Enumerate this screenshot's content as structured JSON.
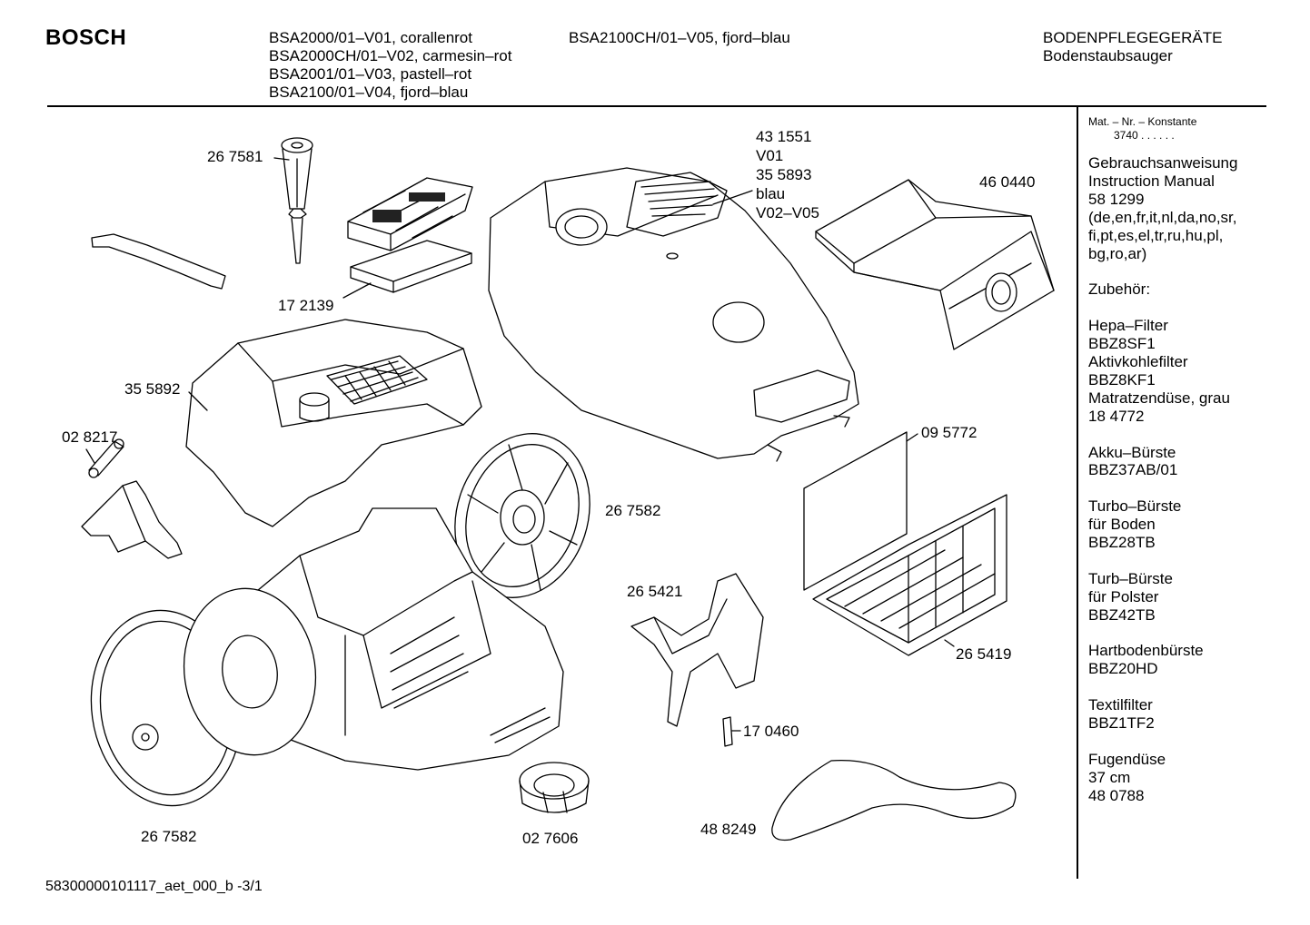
{
  "header": {
    "brand": "BOSCH",
    "models_col1": [
      "BSA2000/01–V01, corallenrot",
      "BSA2000CH/01–V02, carmesin–rot",
      "BSA2001/01–V03, pastell–rot",
      "BSA2100/01–V04, fjord–blau"
    ],
    "models_col2": [
      "BSA2100CH/01–V05, fjord–blau"
    ],
    "category": [
      "BODENPFLEGEGERÄTE",
      "Bodenstaubsauger"
    ]
  },
  "sidebar": {
    "mat_label": "Mat. – Nr. – Konstante",
    "mat_value": "3740  .  .  .  .  .  .",
    "text": "Gebrauchsanweisung\nInstruction Manual\n58 1299\n(de,en,fr,it,nl,da,no,sr,\nfi,pt,es,el,tr,ru,hu,pl,\nbg,ro,ar)\n\nZubehör:\n\nHepa–Filter\nBBZ8SF1\nAktivkohlefilter\nBBZ8KF1\nMatratzendüse, grau\n18 4772\n\nAkku–Bürste\nBBZ37AB/01\n\nTurbo–Bürste\nfür Boden\nBBZ28TB\n\nTurb–Bürste\nfür Polster\nBBZ42TB\n\nHartbodenbürste\nBBZ20HD\n\nTextilfilter\nBBZ1TF2\n\nFugendüse\n37 cm\n48 0788"
  },
  "parts": {
    "p267581": "26 7581",
    "p172139": "17 2139",
    "p355892": "35 5892",
    "p028217": "02 8217",
    "p431551": "43 1551",
    "v01": "V01",
    "p355893": "35 5893",
    "blau": "blau",
    "v02v05": "V02–V05",
    "p460440": "46 0440",
    "p095772": "09 5772",
    "p267582_wheel": "26 7582",
    "p265421": "26 5421",
    "p265419": "26 5419",
    "p170460": "17 0460",
    "p488249": "48 8249",
    "p027606": "02 7606",
    "p267582_bottom": "26 7582"
  },
  "footer": {
    "code": "58300000101117_aet_000_b  -3/1"
  }
}
